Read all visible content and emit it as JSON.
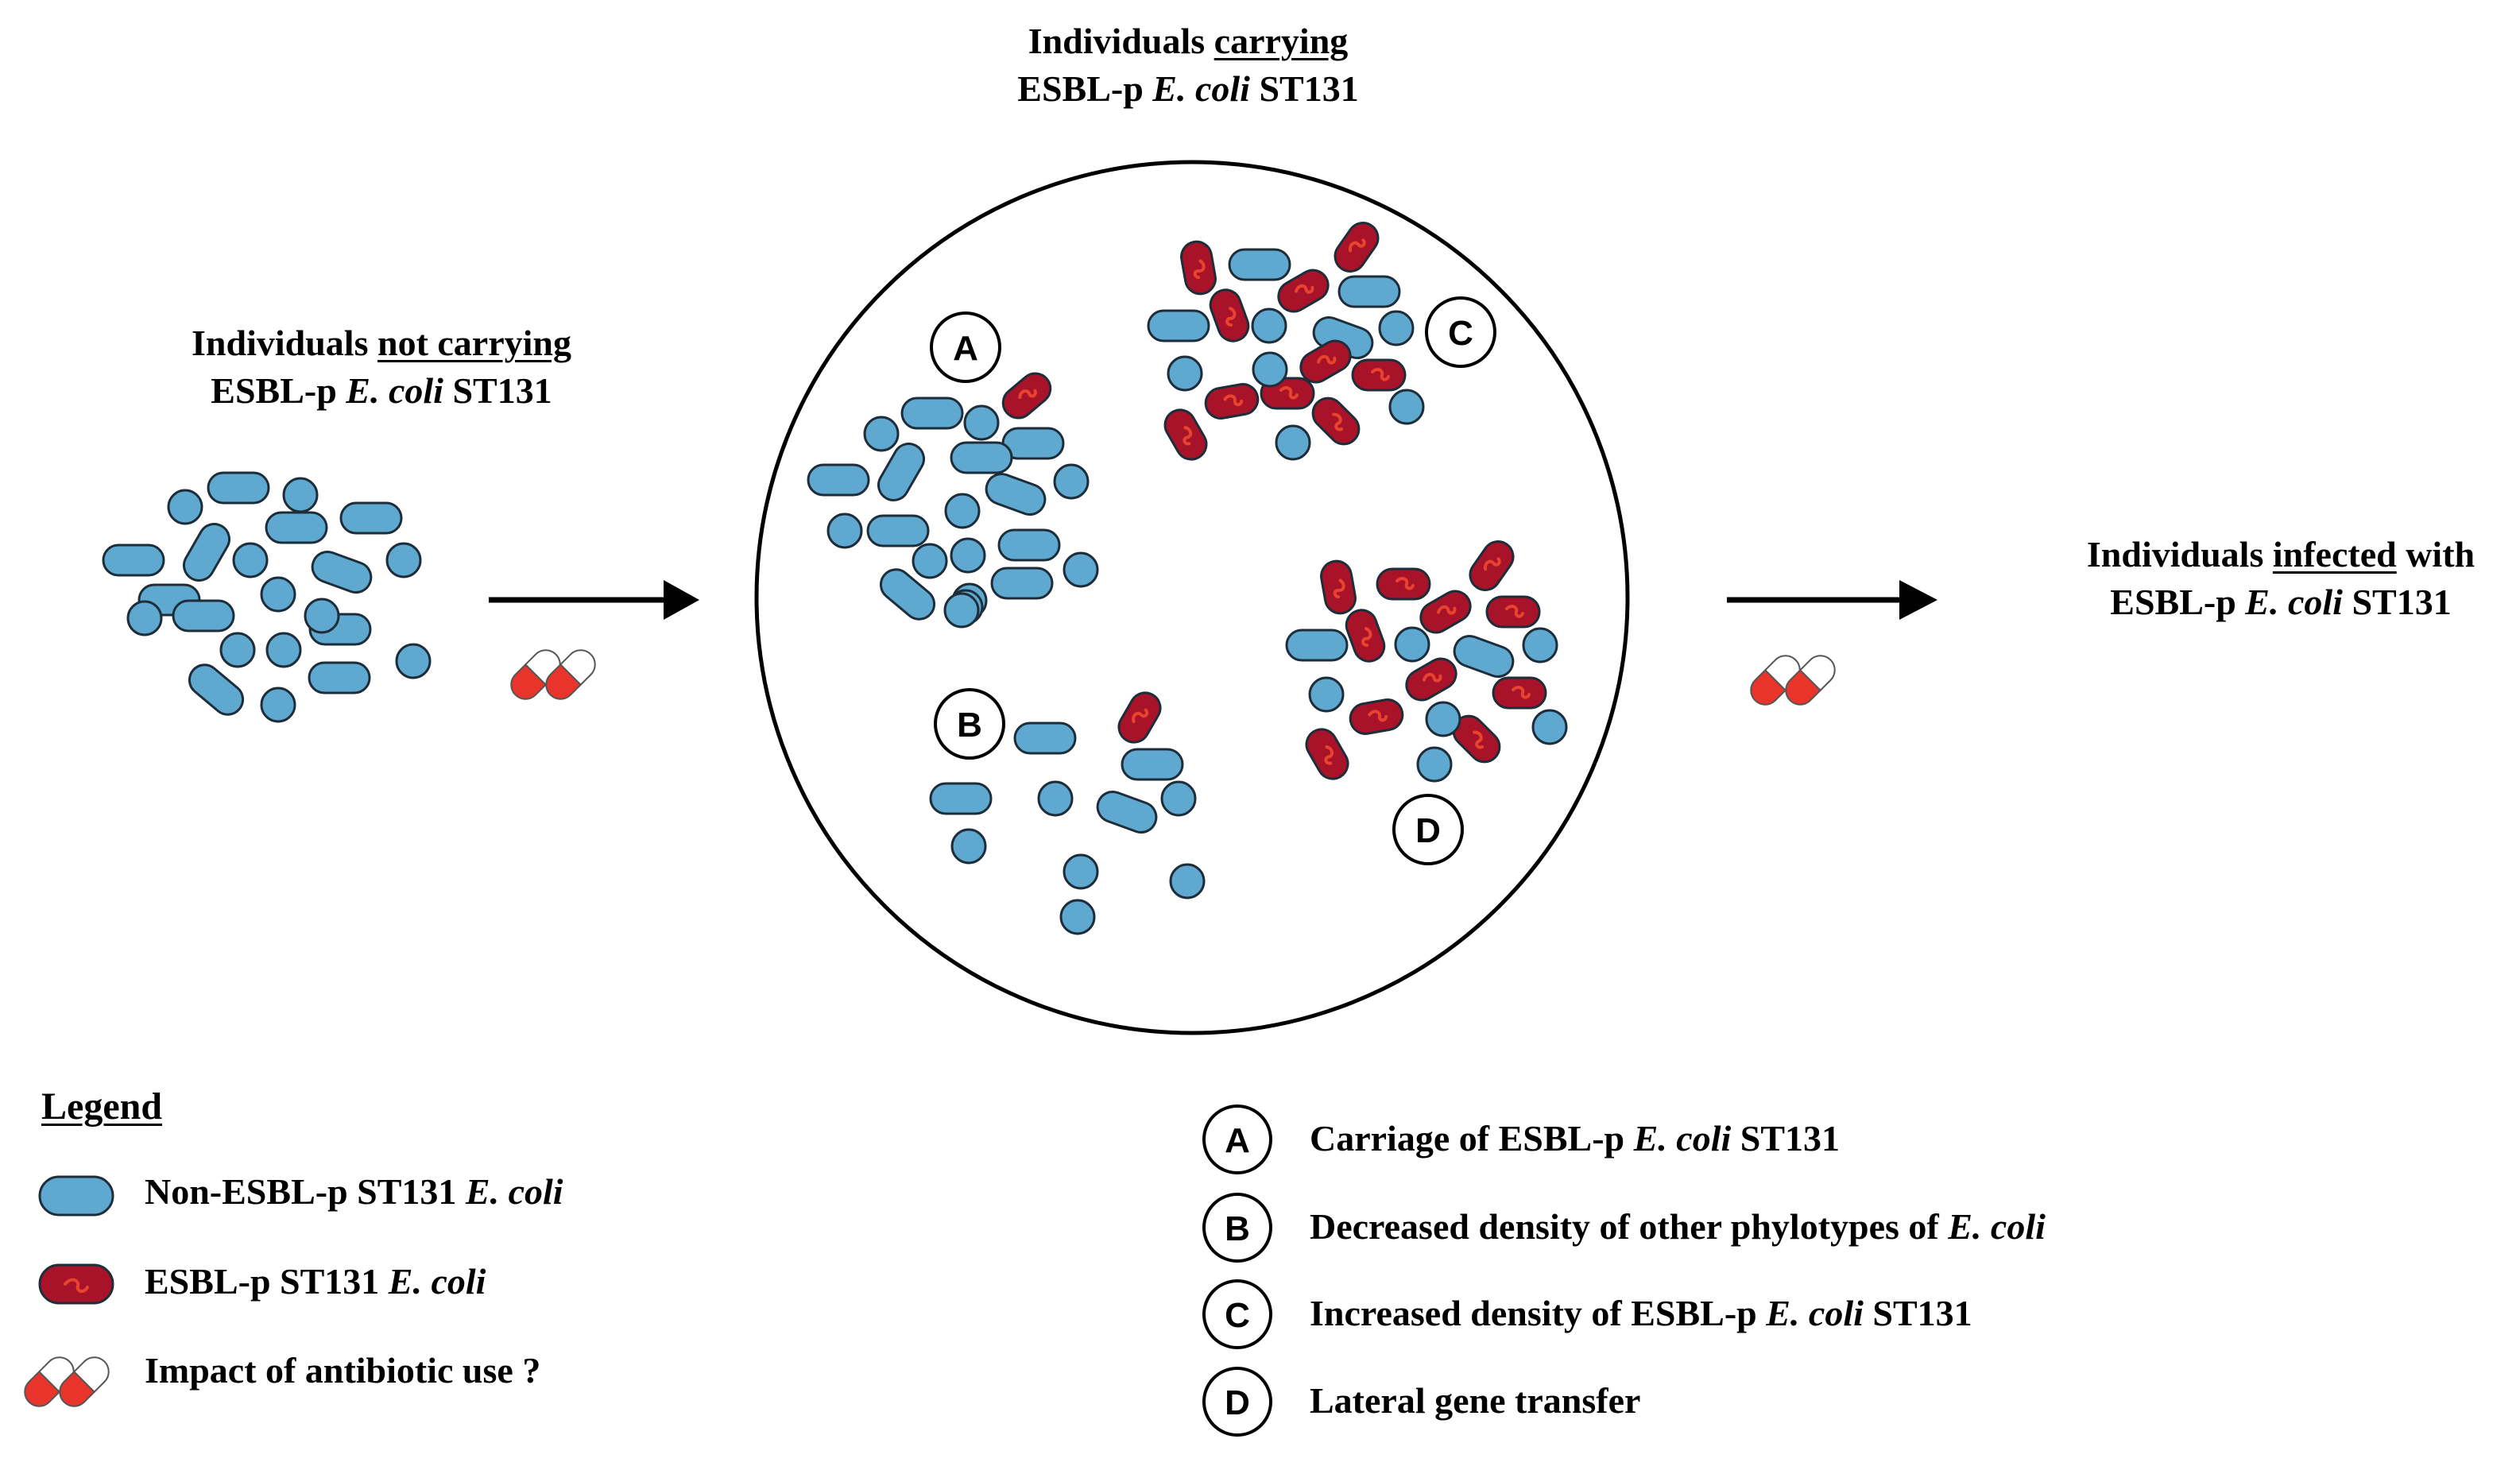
{
  "labels": {
    "carrying": {
      "line1_pre": "Individuals ",
      "line1_u": "carrying",
      "line2_pre": "ESBL-p ",
      "line2_i": "E. coli",
      "line2_post": " ST131"
    },
    "not_carrying": {
      "line1_pre": "Individuals ",
      "line1_u": "not carrying",
      "line2_pre": "ESBL-p ",
      "line2_i": "E. coli",
      "line2_post": " ST131"
    },
    "infected": {
      "line1_pre": "Individuals ",
      "line1_u": "infected",
      "line1_post": " with",
      "line2_pre": "ESBL-p ",
      "line2_i": "E. coli",
      "line2_post": " ST131"
    }
  },
  "circle_markers": [
    "A",
    "B",
    "C",
    "D"
  ],
  "legend": {
    "title": "Legend",
    "items": [
      {
        "pre": "Non-ESBL-p ST131 ",
        "italic": "E. coli",
        "post": ""
      },
      {
        "pre": "ESBL-p ST131 ",
        "italic": "E. coli",
        "post": ""
      },
      {
        "pre": "Impact of antibiotic use ?",
        "italic": "",
        "post": ""
      }
    ]
  },
  "key": [
    {
      "letter": "A",
      "pre": "Carriage of ESBL-p ",
      "italic": "E. coli",
      "post": " ST131"
    },
    {
      "letter": "B",
      "pre": "Decreased density of other phylotypes of ",
      "italic": "E. coli",
      "post": ""
    },
    {
      "letter": "C",
      "pre": "Increased density of ESBL-p ",
      "italic": "E. coli",
      "post": " ST131"
    },
    {
      "letter": "D",
      "pre": "Lateral gene transfer",
      "italic": "",
      "post": ""
    }
  ],
  "colors": {
    "non_esbl_fill": "#5fa8cf",
    "esbl_fill": "#a8132a",
    "esbl_mark": "#e8432f",
    "pill_red": "#e8342a",
    "stroke": "#1e2d3a"
  }
}
